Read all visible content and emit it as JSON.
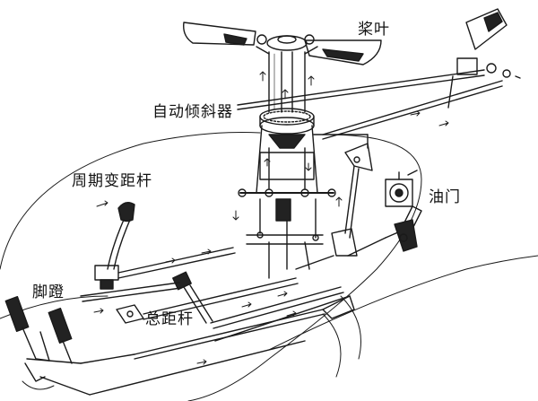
{
  "labels": {
    "rotor_blade": "桨叶",
    "swashplate": "自动倾斜器",
    "cyclic_stick": "周期变距杆",
    "throttle": "油门",
    "pedals": "脚蹬",
    "collective_stick": "总距杆"
  },
  "colors": {
    "line": "#1a1a1a",
    "fill_dark": "#222222",
    "background": "#ffffff"
  }
}
